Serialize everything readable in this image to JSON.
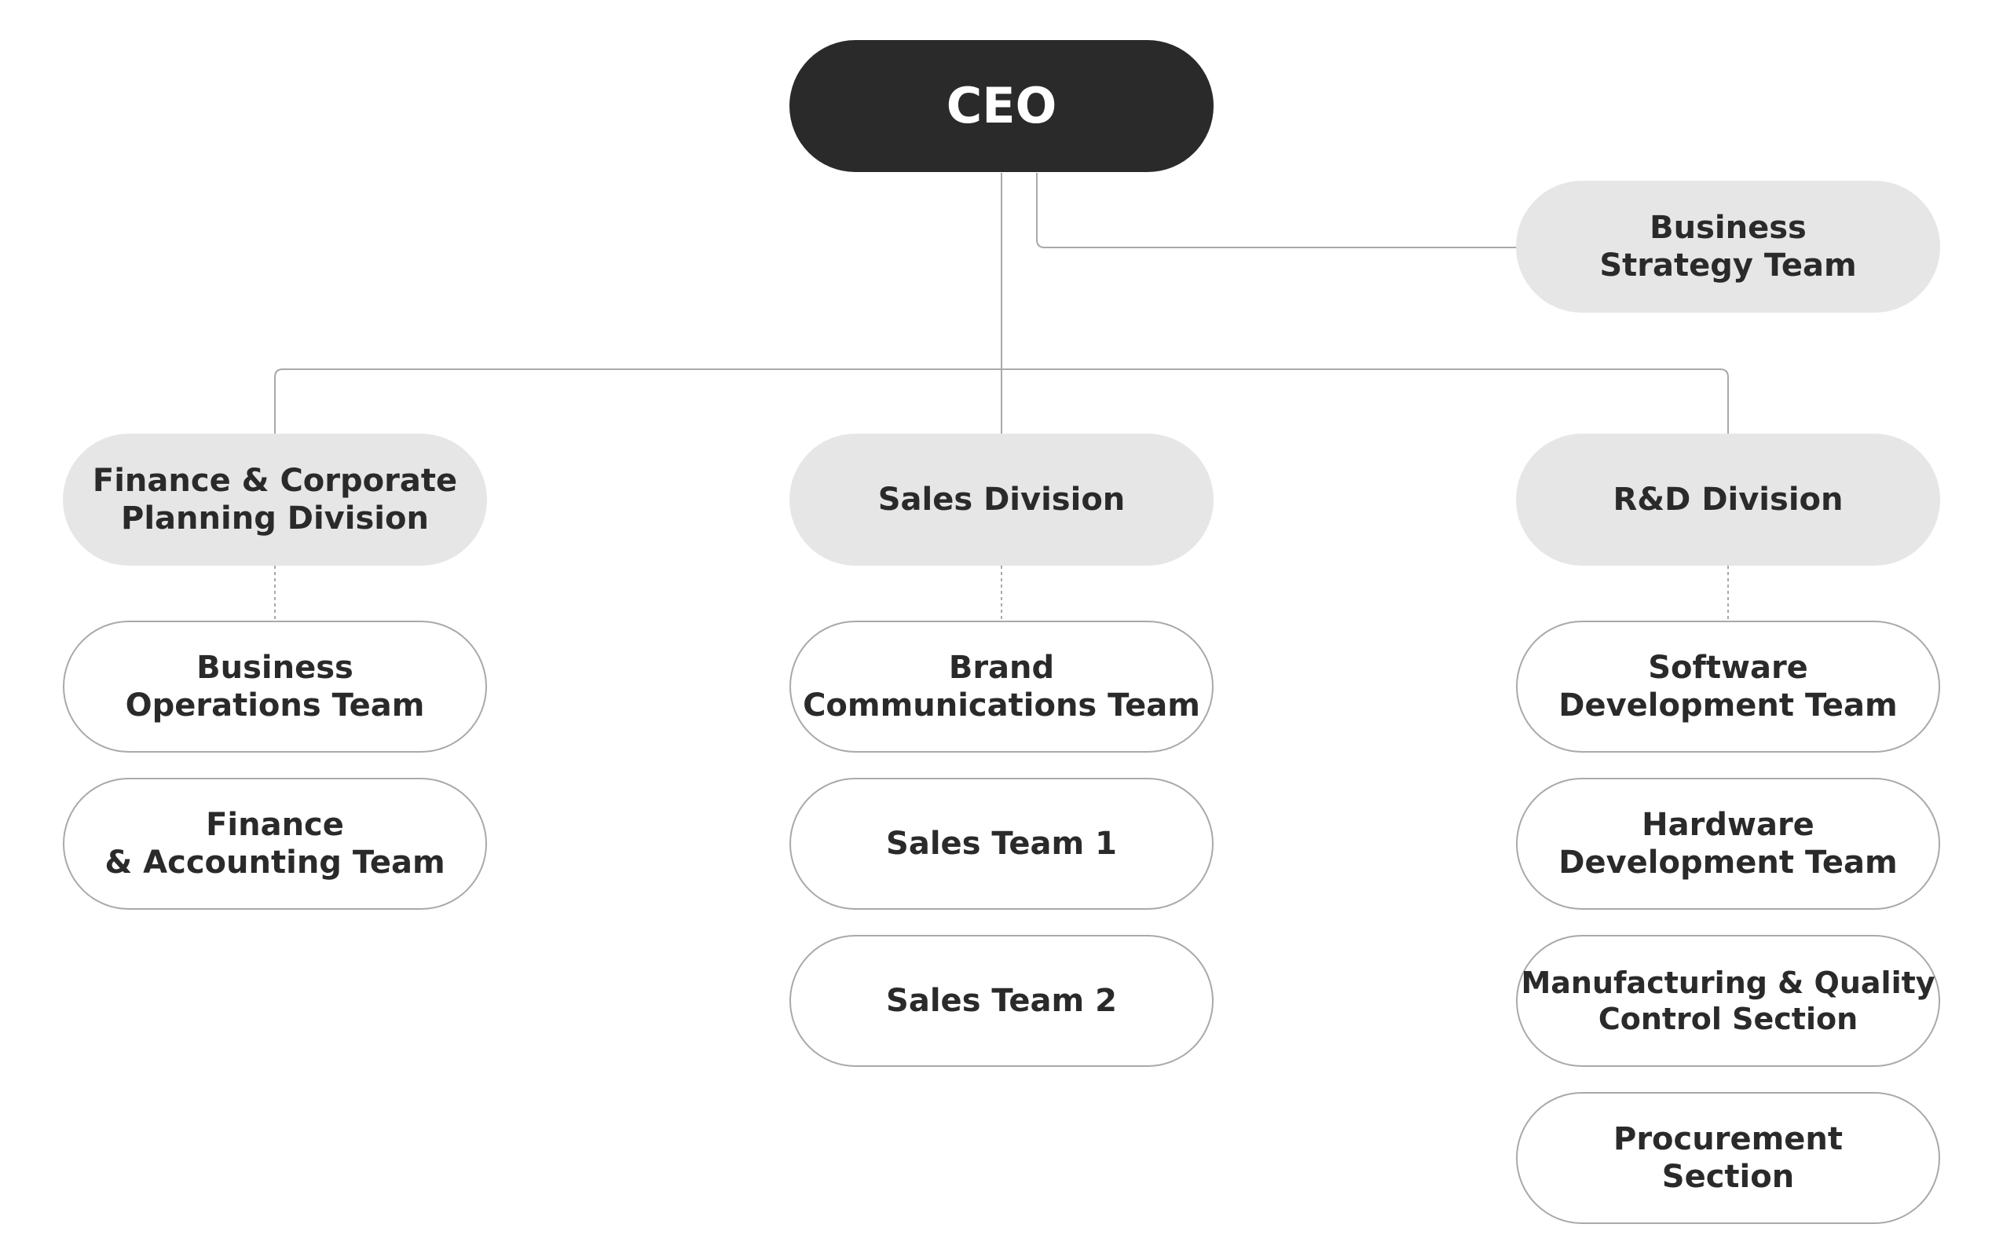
{
  "ceo": {
    "label": "CEO"
  },
  "staff": {
    "label": "Business\nStrategy Team"
  },
  "divisions": [
    {
      "label": "Finance & Corporate\nPlanning Division",
      "teams": [
        "Business\nOperations Team",
        "Finance\n& Accounting Team"
      ]
    },
    {
      "label": "Sales Division",
      "teams": [
        "Brand\nCommunications Team",
        "Sales Team 1",
        "Sales Team 2"
      ]
    },
    {
      "label": "R&D Division",
      "teams": [
        "Software\nDevelopment Team",
        "Hardware\nDevelopment Team",
        "Manufacturing & Quality\nControl Section",
        "Procurement\nSection"
      ]
    }
  ],
  "colors": {
    "ceo_fill": "#2a2a2a",
    "division_fill": "#e6e6e6",
    "team_border": "#a9a9a9",
    "connector": "#a9a9a9",
    "text": "#2a2a2a"
  }
}
